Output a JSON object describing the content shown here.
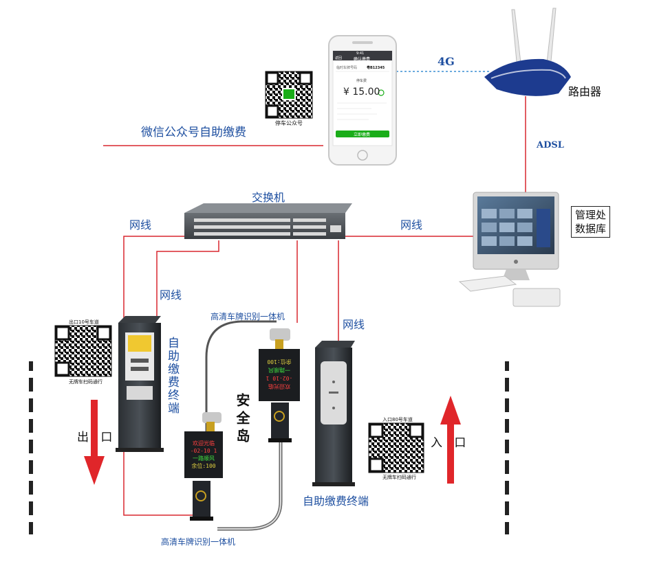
{
  "labels": {
    "wechat_pay": "微信公众号自助缴费",
    "net_4g": "4G",
    "router": "路由器",
    "adsl": "ADSL",
    "switch": "交换机",
    "cable_left": "网线",
    "cable_right": "网线",
    "cable_kiosk": "网线",
    "cable_entry": "网线",
    "admin_db_line1": "管理处",
    "admin_db_line2": "数据库",
    "lpr_top": "高清车牌识别一体机",
    "lpr_bottom": "高清车牌识别一体机",
    "kiosk_exit": "自助缴费终端",
    "kiosk_entry": "自助缴费终端",
    "safety_island": "安全岛",
    "exit": "出 口",
    "entry": "入 口",
    "qr_wechat_caption": "停车公众号",
    "qr_exit_title": "出口10号车道",
    "qr_exit_caption": "无牌车扫码通行",
    "qr_entry_title": "入口80号车道",
    "qr_entry_caption": "无牌车扫码通行"
  },
  "phone": {
    "status_time": "9:41",
    "header": "确认缴费",
    "back": "返回",
    "plate_label": "临时车牌号码",
    "plate_value": "粤B12345",
    "fee_title": "停车费",
    "amount": "¥ 15.00",
    "pay_button": "立即缴费"
  },
  "display": {
    "line1": "欢迎光临",
    "line2": "-02-10 1",
    "line3": "一路顺风",
    "line4": "余位:100"
  },
  "colors": {
    "wire_red": "#d9272e",
    "wire_blue": "#3a8fd4",
    "label_blue": "#1e4fa0",
    "arrow_red": "#e0262a",
    "router_blue": "#1d3b8f"
  },
  "icons": {
    "parking": "parking-p-icon",
    "wechat": "wechat-icon",
    "apple": "apple-logo-icon"
  }
}
